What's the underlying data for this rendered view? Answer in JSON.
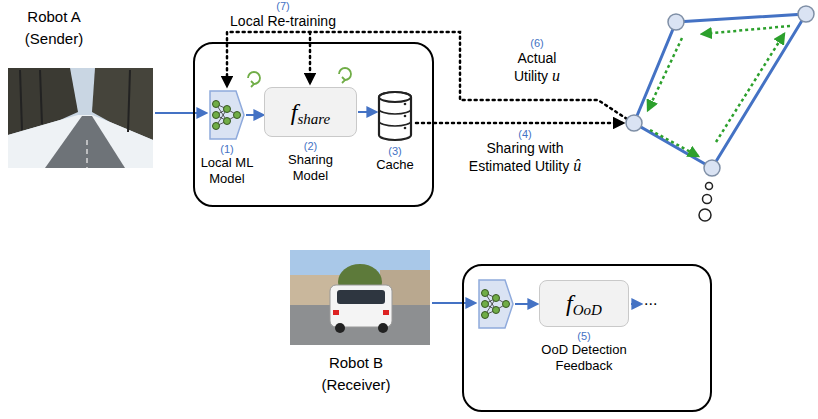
{
  "diagram": {
    "nodes": [
      {
        "text": []
      },
      {
        "text": [
          "(1)",
          "Local ML Model"
        ],
        "in": 0
      },
      {
        "text": [
          "f",
          "share",
          "(2)",
          "Sharing Model"
        ],
        "in": 0
      },
      {
        "text": [
          "(3)",
          "Cache"
        ],
        "in": 0
      },
      {
        "text": []
      },
      {
        "text": [
          "f",
          "OoD",
          "(5)",
          "OoD Detection Feedback"
        ],
        "in": 4
      }
    ],
    "edges": [
      {
        "from": 1,
        "to": 2,
        "arrow": "to"
      },
      {
        "from": 2,
        "to": 3,
        "arrow": "to"
      }
    ],
    "labels": [
      "Robot A (Sender)",
      "(7)",
      "Local Re-training",
      "(6)",
      "Actual",
      "Utility",
      "u",
      "(4)",
      "Sharing with",
      "Estimated Utility",
      "û",
      "Robot B (Receiver)",
      "..."
    ]
  }
}
